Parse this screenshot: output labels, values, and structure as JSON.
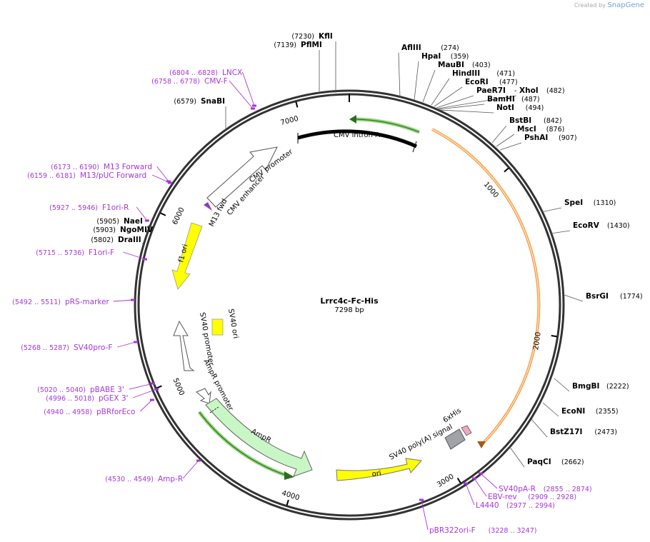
{
  "credit": {
    "prefix": "Created by",
    "brand": "SnapGene"
  },
  "plasmid": {
    "name": "Lrrc4c-Fc-His",
    "length_label": "7298 bp",
    "length": 7298
  },
  "colors": {
    "primer": "#a636d9",
    "backbone": "#333333",
    "yellow": "#ffff00",
    "green": "#c8f7c5",
    "orange": "#f5a04a",
    "gray": "#a0a4a6"
  },
  "ticks": [
    {
      "label": "1000",
      "pos": 1000
    },
    {
      "label": "2000",
      "pos": 2000
    },
    {
      "label": "3000",
      "pos": 3000
    },
    {
      "label": "4000",
      "pos": 4000
    },
    {
      "label": "5000",
      "pos": 5000
    },
    {
      "label": "6000",
      "pos": 6000
    },
    {
      "label": "7000",
      "pos": 7000
    }
  ],
  "sites": [
    {
      "name": "KflI",
      "pos_label": "(7230)"
    },
    {
      "name": "PflMI",
      "pos_label": "(7139)"
    },
    {
      "name": "SnaBI",
      "pos_label": "(6579)"
    },
    {
      "name": "AflIII",
      "pos_label": "(274)"
    },
    {
      "name": "HpaI",
      "pos_label": "(359)"
    },
    {
      "name": "MauBI",
      "pos_label": "(403)"
    },
    {
      "name": "HindIII",
      "pos_label": "(471)"
    },
    {
      "name": "EcoRI",
      "pos_label": "(477)"
    },
    {
      "name": "PaeR7I",
      "pos_label": ""
    },
    {
      "name": "XhoI",
      "pos_label": "(482)"
    },
    {
      "name": "BamHI",
      "pos_label": "(487)"
    },
    {
      "name": "NotI",
      "pos_label": "(494)"
    },
    {
      "name": "BstBI",
      "pos_label": "(842)"
    },
    {
      "name": "MscI",
      "pos_label": "(876)"
    },
    {
      "name": "PshAI",
      "pos_label": "(907)"
    },
    {
      "name": "SpeI",
      "pos_label": "(1310)"
    },
    {
      "name": "EcoRV",
      "pos_label": "(1430)"
    },
    {
      "name": "BsrGI",
      "pos_label": "(1774)"
    },
    {
      "name": "BmgBI",
      "pos_label": "(2222)"
    },
    {
      "name": "EcoNI",
      "pos_label": "(2355)"
    },
    {
      "name": "BstZ17I",
      "pos_label": "(2473)"
    },
    {
      "name": "PaqCI",
      "pos_label": "(2662)"
    },
    {
      "name": "NaeI",
      "pos_label": "(5905)"
    },
    {
      "name": "NgoMIV",
      "pos_label": "(5903)"
    },
    {
      "name": "DraIII",
      "pos_label": "(5802)"
    }
  ],
  "primers": [
    {
      "name": "LNCX",
      "pos_label": "(6804 .. 6828)"
    },
    {
      "name": "CMV-F",
      "pos_label": "(6758 .. 6778)"
    },
    {
      "name": "M13 Forward",
      "pos_label": "(6173 .. 6190)"
    },
    {
      "name": "M13/pUC Forward",
      "pos_label": "(6159 .. 6181)"
    },
    {
      "name": "F1ori-R",
      "pos_label": "(5927 .. 5946)"
    },
    {
      "name": "F1ori-F",
      "pos_label": "(5715 .. 5736)"
    },
    {
      "name": "pRS-marker",
      "pos_label": "(5492 .. 5511)"
    },
    {
      "name": "SV40pro-F",
      "pos_label": "(5268 .. 5287)"
    },
    {
      "name": "pBABE 3'",
      "pos_label": "(5020 .. 5040)"
    },
    {
      "name": "pGEX 3'",
      "pos_label": "(4996 .. 5018)"
    },
    {
      "name": "pBRforEco",
      "pos_label": "(4940 .. 4958)"
    },
    {
      "name": "Amp-R",
      "pos_label": "(4530 .. 4549)"
    },
    {
      "name": "SV40pA-R",
      "pos_label": "(2855 .. 2874)"
    },
    {
      "name": "EBV-rev",
      "pos_label": "(2909 .. 2928)"
    },
    {
      "name": "L4440",
      "pos_label": "(2977 .. 2994)"
    },
    {
      "name": "pBR322ori-F",
      "pos_label": "(3228 .. 3247)"
    }
  ],
  "features": [
    {
      "name": "CMV intron A"
    },
    {
      "name": "CMV promoter"
    },
    {
      "name": "CMV enhancer"
    },
    {
      "name": "M13 fwd"
    },
    {
      "name": "f1 ori"
    },
    {
      "name": "SV40 ori"
    },
    {
      "name": "SV40 promoter"
    },
    {
      "name": "AmpR promoter"
    },
    {
      "name": "AmpR"
    },
    {
      "name": "ori"
    },
    {
      "name": "SV40 poly(A) signal"
    },
    {
      "name": "6xHis"
    }
  ]
}
